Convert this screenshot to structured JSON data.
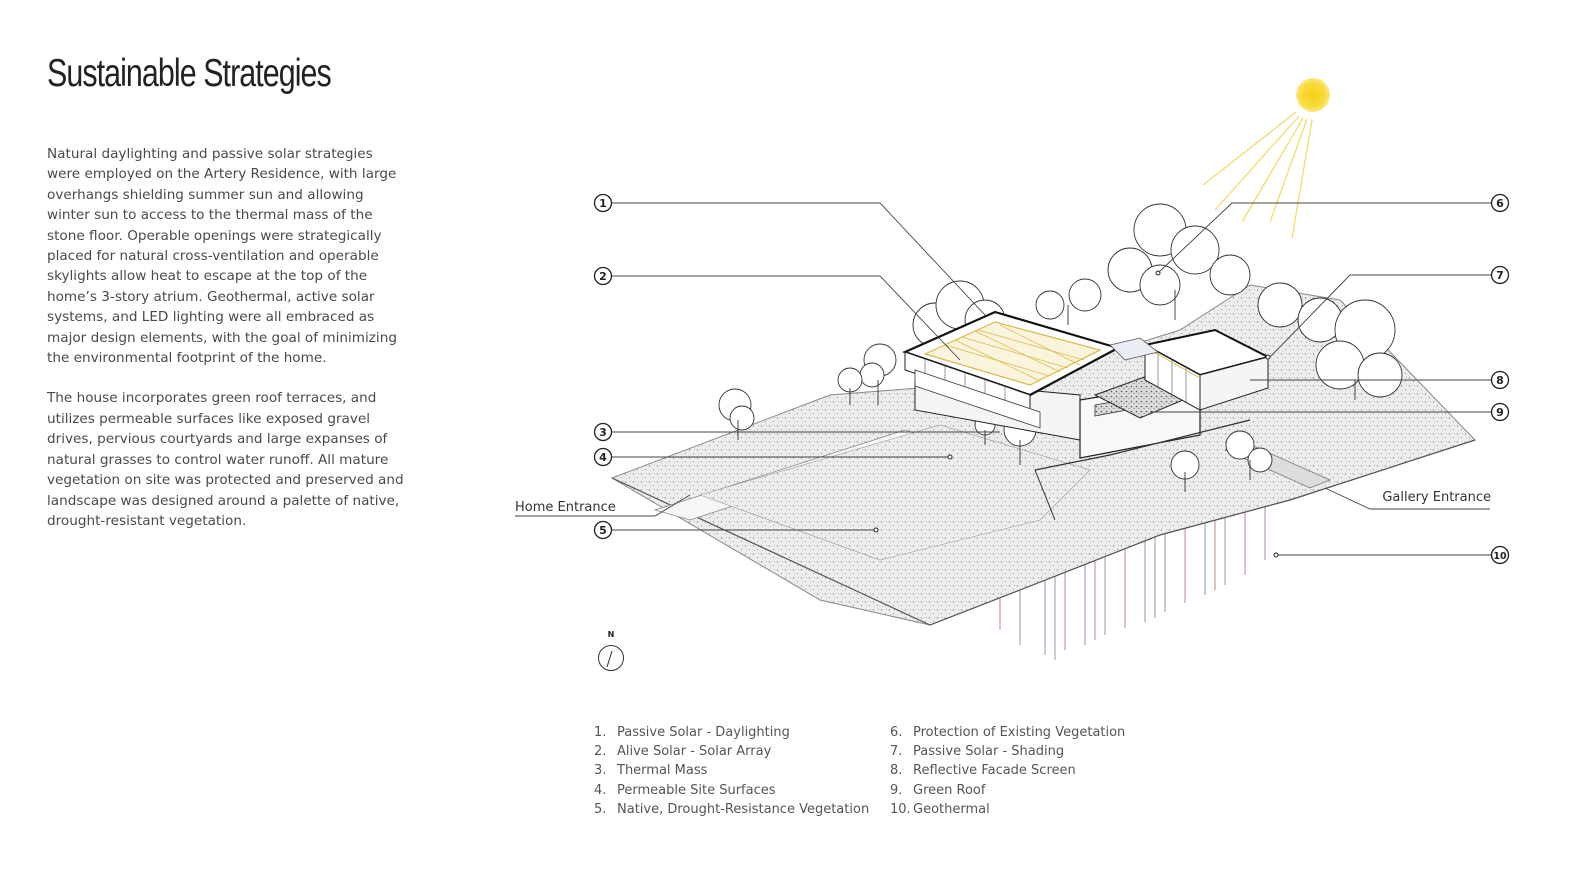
{
  "title": "Sustainable Strategies",
  "paragraphs": [
    "Natural daylighting and passive solar strategies were employed on the Artery Residence, with large overhangs shielding summer sun and allowing winter sun to access to the thermal mass of the stone floor. Operable openings were strategically placed for natural cross-ventilation and operable skylights allow heat to escape at the top of the home’s 3-story atrium. Geothermal, active solar systems, and LED lighting were all embraced as major design elements, with the goal of minimizing the environmental footprint of the home.",
    "The house incorporates green roof terraces, and utilizes permeable surfaces like exposed gravel drives, pervious courtyards and large expanses of natural grasses to control water runoff. All mature vegetation on site was protected and preserved and landscape was designed around a palette of native, drought-resistant vegetation."
  ],
  "diagram": {
    "callouts": [
      "1",
      "2",
      "3",
      "4",
      "5",
      "6",
      "7",
      "8",
      "9",
      "10"
    ],
    "home_entrance": "Home Entrance",
    "gallery_entrance": "Gallery Entrance",
    "north_label": "N",
    "colors": {
      "sun": "#f7d21c",
      "sun_rays": "#f2dc6a",
      "solar_frame": "#d9b84a",
      "line": "#222222",
      "ground": "#e9e9e9"
    }
  },
  "legend": {
    "col1": [
      {
        "num": "1.",
        "label": "Passive Solar - Daylighting"
      },
      {
        "num": "2.",
        "label": "Alive Solar - Solar Array"
      },
      {
        "num": "3.",
        "label": "Thermal Mass"
      },
      {
        "num": "4.",
        "label": "Permeable Site Surfaces"
      },
      {
        "num": "5.",
        "label": "Native, Drought-Resistance Vegetation"
      }
    ],
    "col2": [
      {
        "num": "6.",
        "label": "Protection of Existing Vegetation"
      },
      {
        "num": "7.",
        "label": "Passive Solar - Shading"
      },
      {
        "num": "8.",
        "label": "Reflective Facade Screen"
      },
      {
        "num": "9.",
        "label": "Green Roof"
      },
      {
        "num": "10.",
        "label": "Geothermal"
      }
    ]
  }
}
